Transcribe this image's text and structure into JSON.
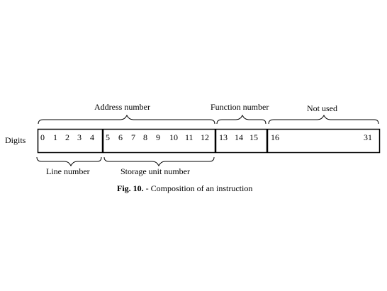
{
  "row_label": "Digits",
  "braces_top": {
    "address": "Address number",
    "function": "Function number",
    "unused": "Not used"
  },
  "braces_bottom": {
    "line": "Line number",
    "storage": "Storage unit number"
  },
  "digits": {
    "line": [
      "0",
      "1",
      "2",
      "3",
      "4"
    ],
    "storage": [
      "5",
      "6",
      "7",
      "8",
      "9",
      "10",
      "11",
      "12"
    ],
    "function": [
      "13",
      "14",
      "15"
    ],
    "unused_start": "16",
    "unused_end": "31"
  },
  "caption": {
    "fig": "Fig. 10.",
    "text": " - Composition of an instruction"
  }
}
